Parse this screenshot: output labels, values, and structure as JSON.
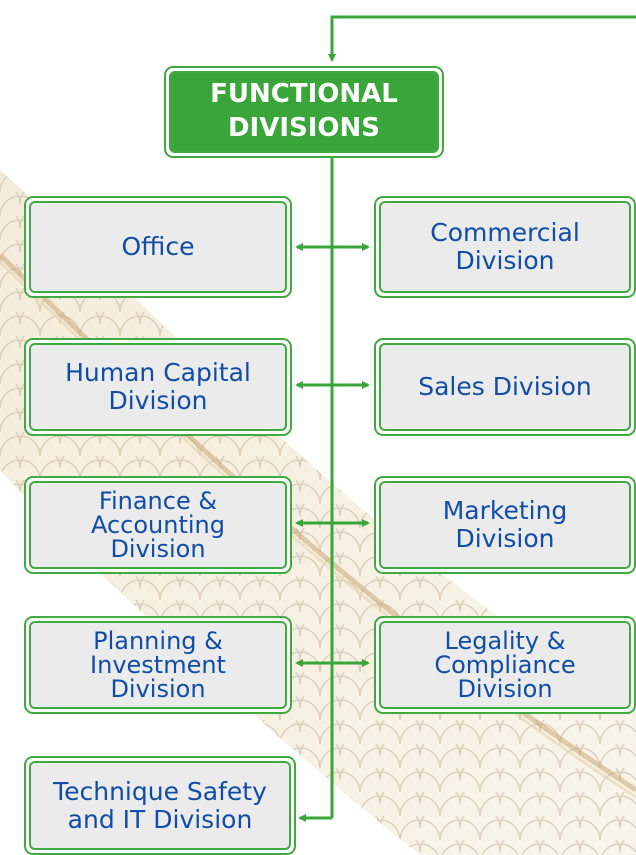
{
  "header": {
    "title_line1": "FUNCTIONAL",
    "title_line2": "DIVISIONS"
  },
  "left_divisions": [
    {
      "line1": "Office",
      "line2": "",
      "line3": ""
    },
    {
      "line1": "Human Capital",
      "line2": "Division",
      "line3": ""
    },
    {
      "line1": "Finance &",
      "line2": "Accounting",
      "line3": "Division"
    },
    {
      "line1": "Planning &",
      "line2": "Investment",
      "line3": "Division"
    },
    {
      "line1": "Technique Safety",
      "line2": "and IT Division",
      "line3": ""
    }
  ],
  "right_divisions": [
    {
      "line1": "Commercial",
      "line2": "Division",
      "line3": ""
    },
    {
      "line1": "Sales Division",
      "line2": "",
      "line3": ""
    },
    {
      "line1": "Marketing",
      "line2": "Division",
      "line3": ""
    },
    {
      "line1": "Legality &",
      "line2": "Compliance",
      "line3": "Division"
    }
  ],
  "colors": {
    "connector": "#3aa63a",
    "box_border": "#3faa3f",
    "box_fill": "#ebebeb",
    "title_fill": "#3aa63a",
    "label_text": "#0f4da8",
    "title_text": "#ffffff"
  }
}
